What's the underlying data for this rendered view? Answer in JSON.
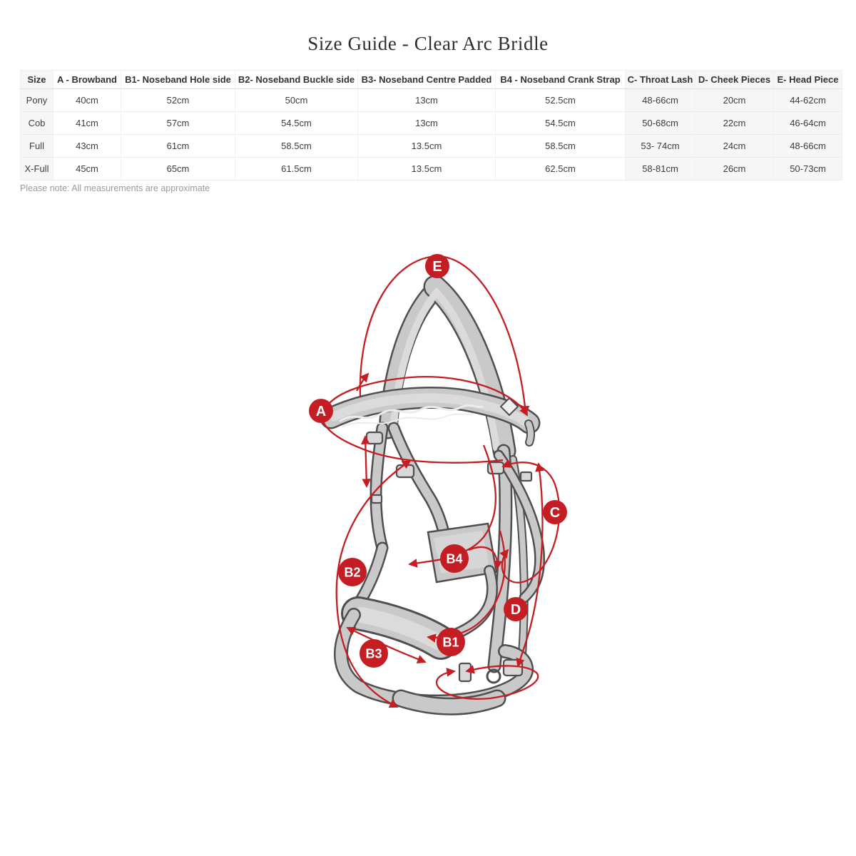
{
  "page": {
    "title": "Size Guide - Clear Arc Bridle",
    "note": "Please note: All measurements are approximate"
  },
  "table": {
    "columns": [
      "Size",
      "A - Browband",
      "B1- Noseband Hole side",
      "B2- Noseband Buckle side",
      "B3- Noseband Centre Padded",
      "B4 - Noseband Crank Strap",
      "C- Throat Lash",
      "D- Cheek Pieces",
      "E- Head Piece"
    ],
    "rows": [
      {
        "size": "Pony",
        "values": [
          "40cm",
          "52cm",
          "50cm",
          "13cm",
          "52.5cm",
          "48-66cm",
          "20cm",
          "44-62cm"
        ]
      },
      {
        "size": "Cob",
        "values": [
          "41cm",
          "57cm",
          "54.5cm",
          "13cm",
          "54.5cm",
          "50-68cm",
          "22cm",
          "46-64cm"
        ]
      },
      {
        "size": "Full",
        "values": [
          "43cm",
          "61cm",
          "58.5cm",
          "13.5cm",
          "58.5cm",
          "53- 74cm",
          "24cm",
          "48-66cm"
        ]
      },
      {
        "size": "X-Full",
        "values": [
          "45cm",
          "65cm",
          "61.5cm",
          "13.5cm",
          "62.5cm",
          "58-81cm",
          "26cm",
          "50-73cm"
        ]
      }
    ]
  },
  "diagram": {
    "labels": {
      "a": "A",
      "b1": "B1",
      "b2": "B2",
      "b3": "B3",
      "b4": "B4",
      "c": "C",
      "d": "D",
      "e": "E"
    },
    "colors": {
      "accent": "#c41e24",
      "strap": "#c9c9c9",
      "strap_outline": "#4f4f4f",
      "label_text": "#ffffff"
    }
  }
}
